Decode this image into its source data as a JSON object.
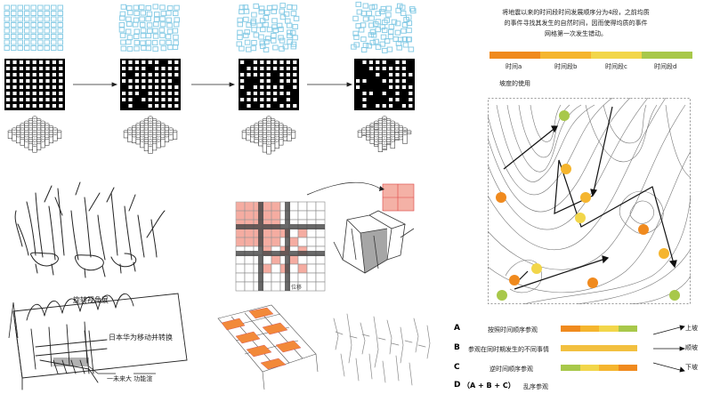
{
  "description": {
    "lines": [
      "将地震以来的时间段时间发展顺序分为4段，之前均质",
      "的事件寻找其发生的自然时间，因而使得均质的事件",
      "网格第一次发生错动。"
    ]
  },
  "timeline": {
    "segments": [
      {
        "label": "时间a",
        "color": "#f08a1e"
      },
      {
        "label": "时间段b",
        "color": "#f5b52e"
      },
      {
        "label": "时间段c",
        "color": "#f2d64a"
      },
      {
        "label": "时间段d",
        "color": "#a8c84a"
      }
    ]
  },
  "slope": {
    "title": "坡度的使用"
  },
  "legend": {
    "rows": [
      {
        "letter": "A",
        "text": "按照时间顺序参观",
        "direction": "上坡",
        "colors": [
          "#f08a1e",
          "#f5b52e",
          "#f2d64a",
          "#a8c84a"
        ]
      },
      {
        "letter": "B",
        "text": "参观在同时期发生的不同事情",
        "direction": "顺坡",
        "colors": [
          "#f2c040"
        ]
      },
      {
        "letter": "C",
        "text": "逆时间顺序参观",
        "direction": "下坡",
        "colors": [
          "#a8c84a",
          "#f2d64a",
          "#f5b52e",
          "#f08a1e"
        ]
      },
      {
        "letter": "D",
        "text": "（A + B + C）",
        "extra": "乱序参观"
      }
    ]
  },
  "colors": {
    "orange": "#f08a1e",
    "amber": "#f5b52e",
    "yellow": "#f2d64a",
    "green": "#a8c84a",
    "cyan": "#7ec8e3",
    "salmon": "#f28a7a",
    "sketchOrange": "#f2893a"
  },
  "sketch_notes": {
    "top": "旋转视角展",
    "mid": "日本华为移动并转换",
    "low": "一未来大  功能渲"
  }
}
